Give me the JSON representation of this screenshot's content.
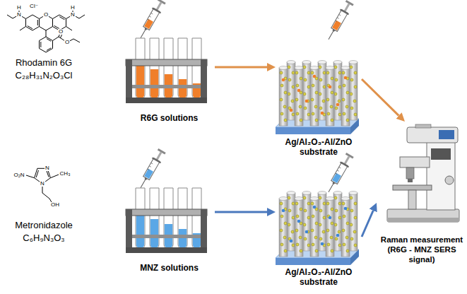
{
  "diagram": {
    "nodes": [
      {
        "text": [
          "R6G solutions"
        ]
      },
      {
        "text": [
          "Ag/Al₂O₃-Al/ZnO substrate"
        ]
      },
      {
        "text": [
          "Raman measurement (R6G - MNZ SERS signal)"
        ]
      },
      {
        "text": [
          "MNZ solutions"
        ]
      },
      {
        "text": [
          "Ag/Al₂O₃-Al/ZnO substrate"
        ]
      }
    ],
    "edges": [
      {
        "from": 0,
        "to": 1,
        "arrow": "to"
      },
      {
        "from": 1,
        "to": 2,
        "arrow": "to"
      },
      {
        "from": 3,
        "to": 4,
        "arrow": "to"
      },
      {
        "from": 4,
        "to": 2,
        "arrow": "to"
      }
    ],
    "labels": [
      "Cl⁻",
      "H",
      "N",
      "O",
      "H",
      "N",
      "O",
      "O",
      "Rhodamin 6G",
      "C₂₈H₃₁N₂O₃Cl",
      "O₂N",
      "N",
      "CH₃",
      "N",
      "OH",
      "Metronidazole",
      "C₆H₉N₃O₃"
    ]
  }
}
